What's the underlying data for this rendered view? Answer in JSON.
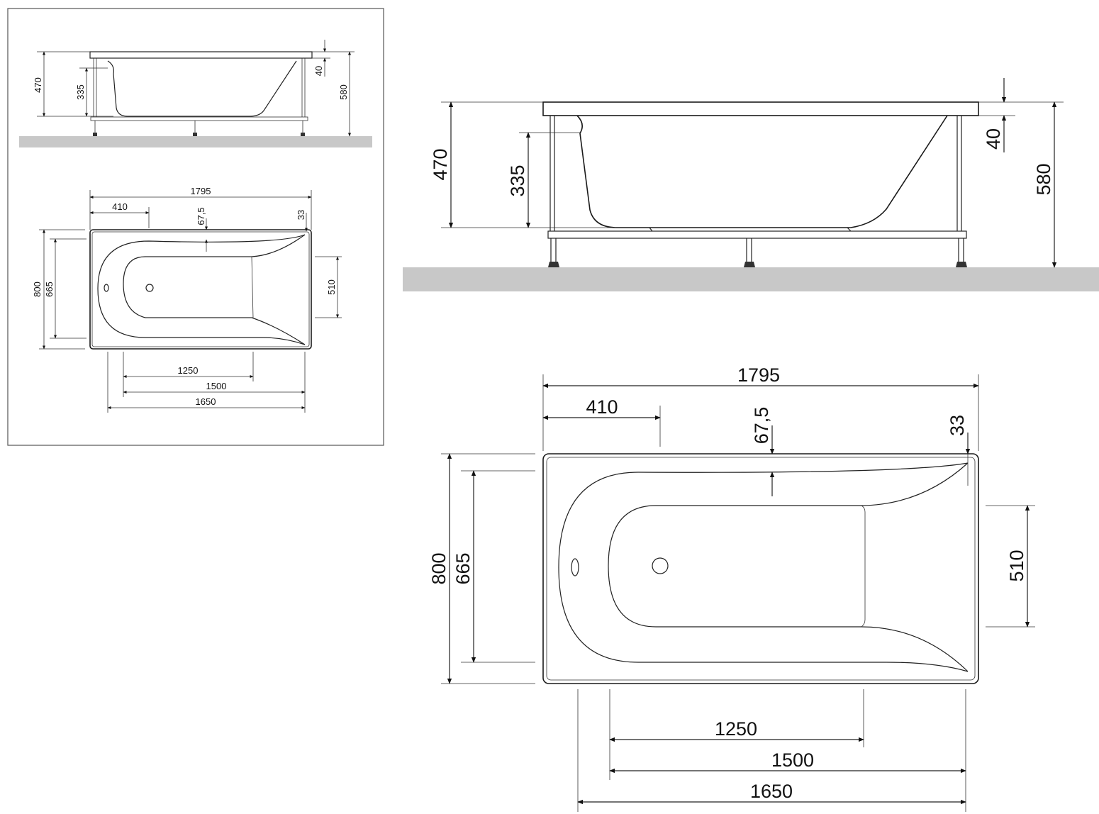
{
  "side_view": {
    "dims": {
      "overall_height": "470",
      "inner_depth": "335",
      "rim_thickness": "40",
      "total_height": "580"
    }
  },
  "top_view": {
    "dims": {
      "length": "1795",
      "drain_offset": "410",
      "rim_inset": "67,5",
      "corner_inset": "33",
      "width": "800",
      "inner_width": "665",
      "flat_width": "510",
      "flat_length": "1250",
      "bowl_length": "1500",
      "inner_length": "1650"
    }
  },
  "colors": {
    "floor": "#c8c8c8",
    "line": "#222222",
    "frame": "#555555"
  }
}
